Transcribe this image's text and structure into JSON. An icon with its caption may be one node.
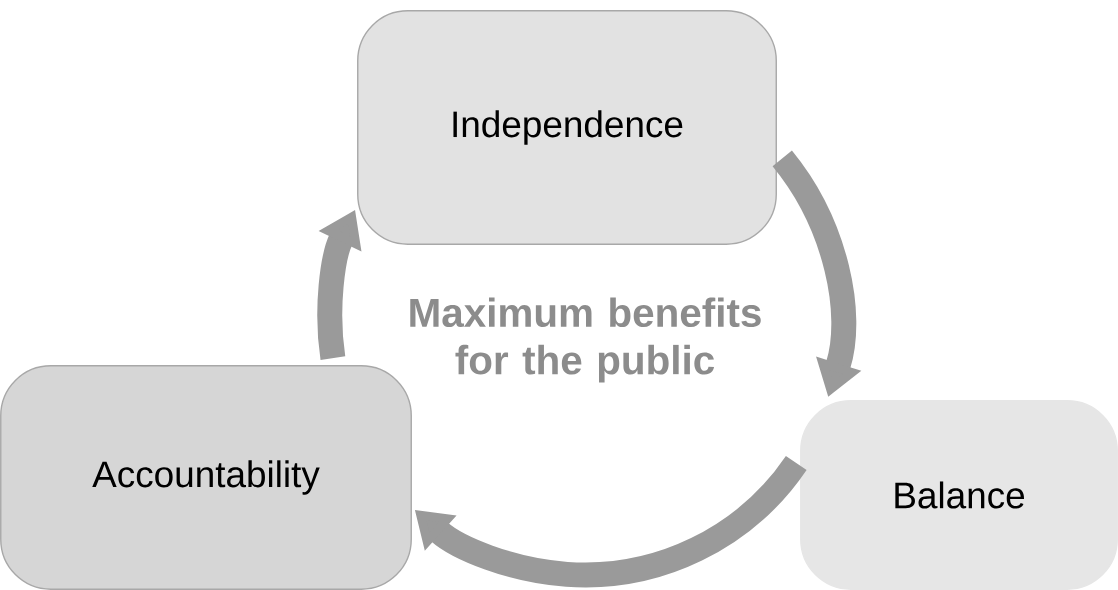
{
  "diagram": {
    "nodes": [
      {
        "text": [
          "Independence"
        ]
      },
      {
        "text": [
          "Accountability"
        ]
      },
      {
        "text": [
          "Balance"
        ]
      }
    ],
    "edges": [
      {
        "from": 0,
        "to": 2,
        "arrow": "to"
      },
      {
        "from": 2,
        "to": 1,
        "arrow": "to"
      },
      {
        "from": 1,
        "to": 0,
        "arrow": "to"
      }
    ],
    "labels": [
      "Maximum benefits for the public"
    ]
  }
}
